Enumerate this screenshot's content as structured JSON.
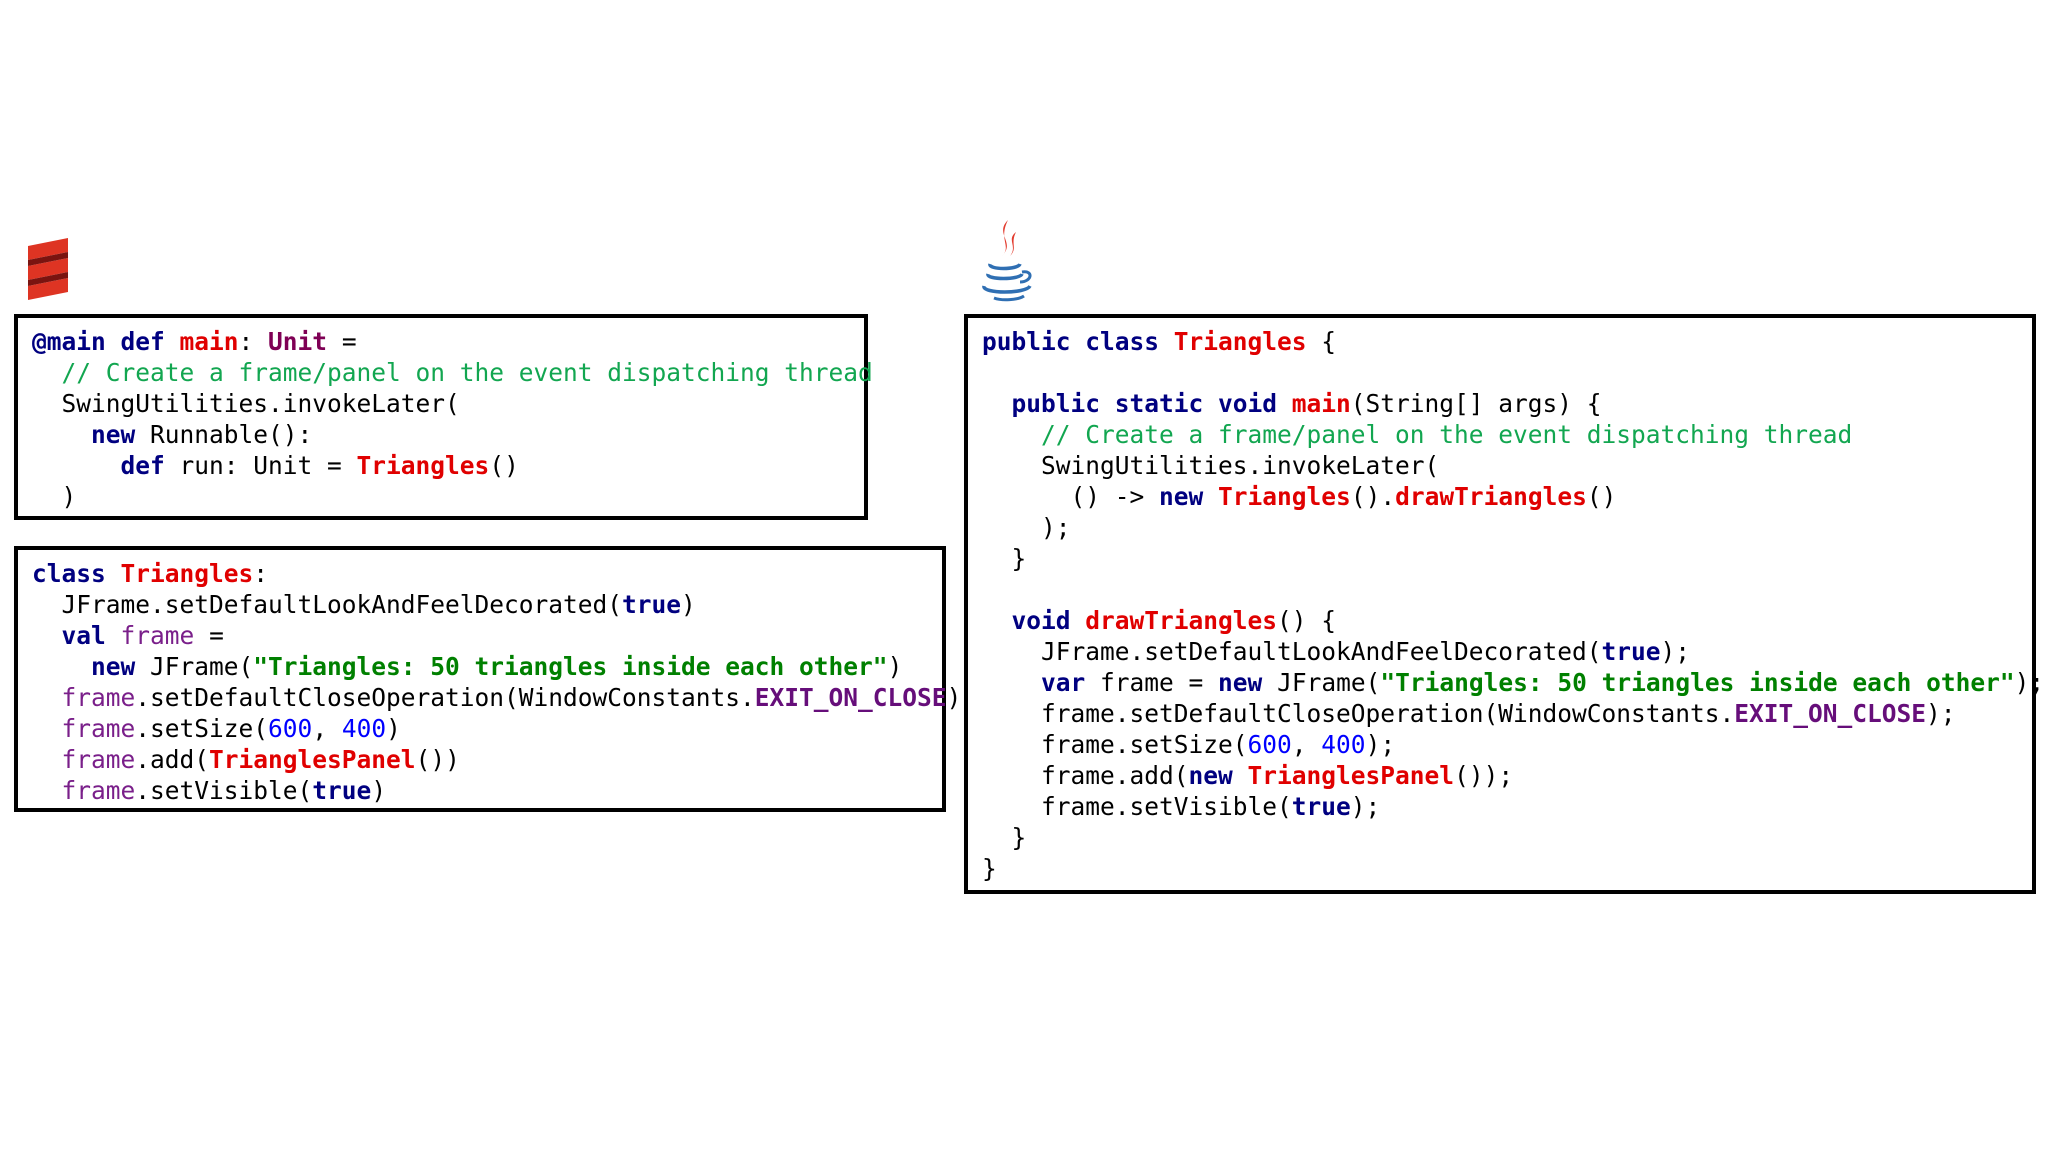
{
  "colors": {
    "background": "#ffffff",
    "border": "#000000",
    "keyword": "#000080",
    "type": "#7f0055",
    "class_name": "#e00000",
    "method": "#e00000",
    "field": "#7a1f8a",
    "constant": "#660e7a",
    "string": "#008000",
    "comment": "#12a650",
    "number": "#0000ff",
    "scala_logo": "#de3423",
    "java_cup": "#2f6fb3",
    "java_steam": "#e23b2e"
  },
  "logos": {
    "scala": "scala-logo",
    "java": "java-logo"
  },
  "scala_main": [
    [
      [
        "kw",
        "@main def "
      ],
      [
        "fn",
        "main"
      ],
      [
        "pl",
        ": "
      ],
      [
        "ty",
        "Unit"
      ],
      [
        "pl",
        " ="
      ]
    ],
    [
      [
        "pl",
        "  "
      ],
      [
        "com",
        "// Create a frame/panel on the event dispatching thread"
      ]
    ],
    [
      [
        "pl",
        "  SwingUtilities.invokeLater("
      ]
    ],
    [
      [
        "pl",
        "    "
      ],
      [
        "kw",
        "new"
      ],
      [
        "pl",
        " Runnable():"
      ]
    ],
    [
      [
        "pl",
        "      "
      ],
      [
        "kw",
        "def"
      ],
      [
        "pl",
        " run: Unit = "
      ],
      [
        "cls",
        "Triangles"
      ],
      [
        "pl",
        "()"
      ]
    ],
    [
      [
        "pl",
        "  )"
      ]
    ]
  ],
  "scala_class": [
    [
      [
        "kw",
        "class "
      ],
      [
        "cls",
        "Triangles"
      ],
      [
        "pl",
        ":"
      ]
    ],
    [
      [
        "pl",
        "  JFrame.setDefaultLookAndFeelDecorated("
      ],
      [
        "kw",
        "true"
      ],
      [
        "pl",
        ")"
      ]
    ],
    [
      [
        "pl",
        "  "
      ],
      [
        "kw",
        "val"
      ],
      [
        "pl",
        " "
      ],
      [
        "fld",
        "frame"
      ],
      [
        "pl",
        " ="
      ]
    ],
    [
      [
        "pl",
        "    "
      ],
      [
        "kw",
        "new"
      ],
      [
        "pl",
        " JFrame("
      ],
      [
        "str",
        "\"Triangles: 50 triangles inside each other\""
      ],
      [
        "pl",
        ")"
      ]
    ],
    [
      [
        "pl",
        "  "
      ],
      [
        "fld",
        "frame"
      ],
      [
        "pl",
        ".setDefaultCloseOperation(WindowConstants."
      ],
      [
        "const",
        "EXIT_ON_CLOSE"
      ],
      [
        "pl",
        ")"
      ]
    ],
    [
      [
        "pl",
        "  "
      ],
      [
        "fld",
        "frame"
      ],
      [
        "pl",
        ".setSize("
      ],
      [
        "num",
        "600"
      ],
      [
        "pl",
        ", "
      ],
      [
        "num",
        "400"
      ],
      [
        "pl",
        ")"
      ]
    ],
    [
      [
        "pl",
        "  "
      ],
      [
        "fld",
        "frame"
      ],
      [
        "pl",
        ".add("
      ],
      [
        "cls",
        "TrianglesPanel"
      ],
      [
        "pl",
        "())"
      ]
    ],
    [
      [
        "pl",
        "  "
      ],
      [
        "fld",
        "frame"
      ],
      [
        "pl",
        ".setVisible("
      ],
      [
        "kw",
        "true"
      ],
      [
        "pl",
        ")"
      ]
    ]
  ],
  "java_code": [
    [
      [
        "kw",
        "public class "
      ],
      [
        "cls",
        "Triangles"
      ],
      [
        "pl",
        " {"
      ]
    ],
    [
      [
        "pl",
        " "
      ]
    ],
    [
      [
        "pl",
        "  "
      ],
      [
        "kw",
        "public static void "
      ],
      [
        "fn",
        "main"
      ],
      [
        "pl",
        "(String[] args) {"
      ]
    ],
    [
      [
        "pl",
        "    "
      ],
      [
        "com",
        "// Create a frame/panel on the event dispatching thread"
      ]
    ],
    [
      [
        "pl",
        "    SwingUtilities.invokeLater("
      ]
    ],
    [
      [
        "pl",
        "      () -> "
      ],
      [
        "kw",
        "new"
      ],
      [
        "pl",
        " "
      ],
      [
        "cls",
        "Triangles"
      ],
      [
        "pl",
        "()."
      ],
      [
        "fn",
        "drawTriangles"
      ],
      [
        "pl",
        "()"
      ]
    ],
    [
      [
        "pl",
        "    );"
      ]
    ],
    [
      [
        "pl",
        "  }"
      ]
    ],
    [
      [
        "pl",
        " "
      ]
    ],
    [
      [
        "pl",
        "  "
      ],
      [
        "kw",
        "void "
      ],
      [
        "fn",
        "drawTriangles"
      ],
      [
        "pl",
        "() {"
      ]
    ],
    [
      [
        "pl",
        "    JFrame.setDefaultLookAndFeelDecorated("
      ],
      [
        "kw",
        "true"
      ],
      [
        "pl",
        ");"
      ]
    ],
    [
      [
        "pl",
        "    "
      ],
      [
        "kw",
        "var"
      ],
      [
        "pl",
        " frame = "
      ],
      [
        "kw",
        "new"
      ],
      [
        "pl",
        " JFrame("
      ],
      [
        "str",
        "\"Triangles: 50 triangles inside each other\""
      ],
      [
        "pl",
        ");"
      ]
    ],
    [
      [
        "pl",
        "    frame.setDefaultCloseOperation(WindowConstants."
      ],
      [
        "const",
        "EXIT_ON_CLOSE"
      ],
      [
        "pl",
        ");"
      ]
    ],
    [
      [
        "pl",
        "    frame.setSize("
      ],
      [
        "num",
        "600"
      ],
      [
        "pl",
        ", "
      ],
      [
        "num",
        "400"
      ],
      [
        "pl",
        ");"
      ]
    ],
    [
      [
        "pl",
        "    frame.add("
      ],
      [
        "kw",
        "new"
      ],
      [
        "pl",
        " "
      ],
      [
        "cls",
        "TrianglesPanel"
      ],
      [
        "pl",
        "());"
      ]
    ],
    [
      [
        "pl",
        "    frame.setVisible("
      ],
      [
        "kw",
        "true"
      ],
      [
        "pl",
        ");"
      ]
    ],
    [
      [
        "pl",
        "  }"
      ]
    ],
    [
      [
        "pl",
        "}"
      ]
    ]
  ]
}
